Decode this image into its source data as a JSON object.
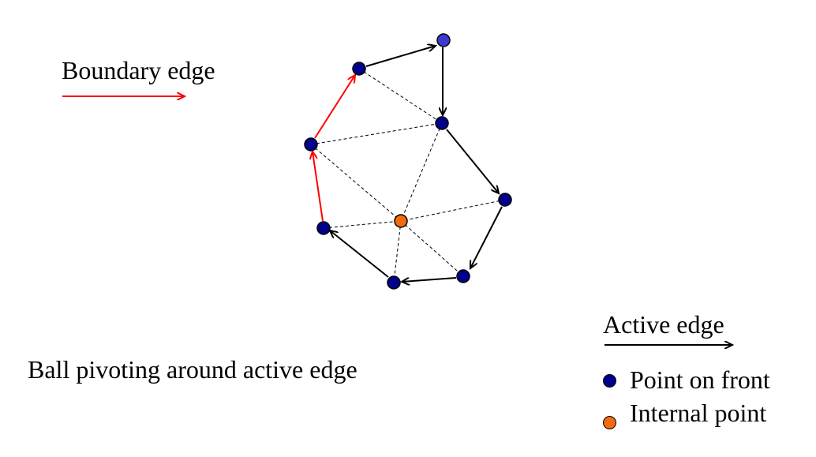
{
  "labels": {
    "boundary_edge": "Boundary edge",
    "active_edge": "Active edge",
    "caption": "Ball pivoting around active edge",
    "point_on_front": "Point on front",
    "internal_point": "Internal point"
  },
  "colors": {
    "point_on_front": "#00008b",
    "top_point": "#3b3bd1",
    "internal_point": "#f26b0f",
    "boundary_edge": "#ff0000",
    "active_edge": "#000000",
    "internal_edge": "#000000"
  },
  "icons": {
    "boundary_legend": "red-arrow-icon",
    "active_legend": "black-arrow-icon",
    "front_legend": "blue-dot-icon",
    "internal_legend": "orange-dot-icon"
  }
}
